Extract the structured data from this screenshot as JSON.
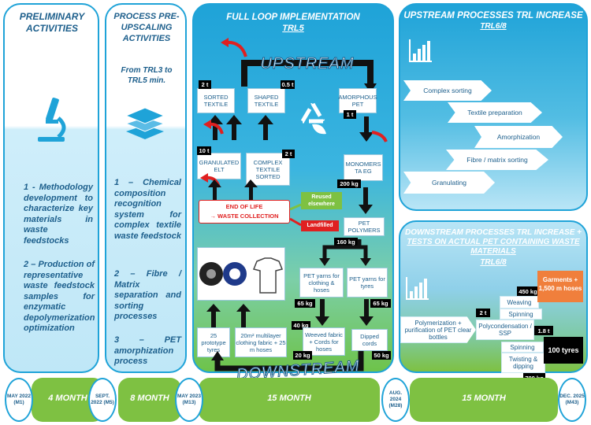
{
  "preliminary": {
    "title": "PRELIMINARY ACTIVITIES",
    "item1": "1 - Methodology development to characterize key materials in waste feedstocks",
    "item2": "2 – Production of representative waste feedstock samples for enzymatic depolymerization optimization",
    "icon": "microscope-icon"
  },
  "preupscaling": {
    "title": "PROCESS PRE-UPSCALING ACTIVITIES",
    "subtitle": "From TRL3 to TRL5 min.",
    "item1": "1 – Chemical composition recognition system for complex textile waste feedstock",
    "item2": "2 – Fibre / Matrix separation and sorting processes",
    "item3": "3 – PET amorphization process",
    "icon": "layers-icon"
  },
  "fullloop": {
    "title": "FULL LOOP IMPLEMENTATION",
    "trl": "TRL5",
    "upstream": "UPSTREAM",
    "downstream": "DOWNSTREAM",
    "sorted_textile": "SORTED TEXTILE",
    "shaped_textile": "SHAPED TEXTILE",
    "amorphous_pet": "AMORPHOUS PET",
    "granulated_elt": "GRANULATED ELT",
    "complex_sorted": "COMPLEX TEXTILE SORTED",
    "monomers": "MONOMERS TA EG",
    "eol_line1": "END OF LIFE",
    "eol_line2": "→ WASTE COLLECTION",
    "reused": "Reused elsewhere",
    "landfilled": "Landfilled",
    "pet_polymers": "PET POLYMERS",
    "yarns_clothing": "PET yarns for clothing & hoses",
    "yarns_tyres": "PET yarns for tyres",
    "weaved": "Weeved fabric + Cords for hoses",
    "dipped": "Dipped cords",
    "proto_tyres": "25 prototype tyres",
    "fabric_hoses": "20m² multilayer clothing fabric + 25 m hoses",
    "t2": "2 t",
    "t05": "0.5 t",
    "t1": "1 t",
    "t10": "10 t",
    "t2b": "2 t",
    "kg200": "200 kg",
    "kg160": "160 kg",
    "kg65a": "65 kg",
    "kg65b": "65 kg",
    "kg40": "40 kg",
    "kg20": "20 kg",
    "kg50": "50 kg",
    "recycle_icon": "recycle-icon",
    "products_icon": "tyres-hose-tshirt-icon"
  },
  "upstream_panel": {
    "title": "UPSTREAM PROCESSES TRL INCREASE",
    "trl": "TRL6/8",
    "steps": [
      "Complex sorting",
      "Textile preparation",
      "Amorphization",
      "Fibre / matrix sorting",
      "Granulating"
    ],
    "icon": "bar-chart-icon"
  },
  "downstream_panel": {
    "title_a": "DOWNSTREAM PROCESSES TRL INCREASE + ",
    "title_b": "TESTS ON ACTUAL PET CONTAINING WASTE MATERIALS",
    "trl": "TRL6/8",
    "polymerization": "Polymerization + purification of PET clear bottles",
    "weaving": "Weaving",
    "spinning_a": "Spinning",
    "polycondensation": "Polycondensation / SSP",
    "spinning_b": "Spinning",
    "twisting": "Twisting & dipping",
    "garments": "Garments + 1,500 m hoses",
    "tyres100": "100 tyres",
    "t2": "2 t",
    "kg450": "450 kg",
    "t18": "1.8 t",
    "kg700": "700 kg",
    "icon": "bar-chart-icon"
  },
  "timeline": {
    "d1": "MAY 2022 (M1)",
    "d2": "SEPT. 2022 (M5)",
    "d3": "MAY 2023 (M13)",
    "d4": "AUG. 2024 (M28)",
    "d5": "DEC. 2025 (M43)",
    "p1": "4 MONTH",
    "p2": "8 MONTH",
    "p3": "15 MONTH",
    "p4": "15 MONTH"
  },
  "colors": {
    "blue": "#1fa3d8",
    "navy": "#1d5f8c",
    "green": "#7ec142",
    "orange": "#f07f3c",
    "red": "#e02020"
  }
}
